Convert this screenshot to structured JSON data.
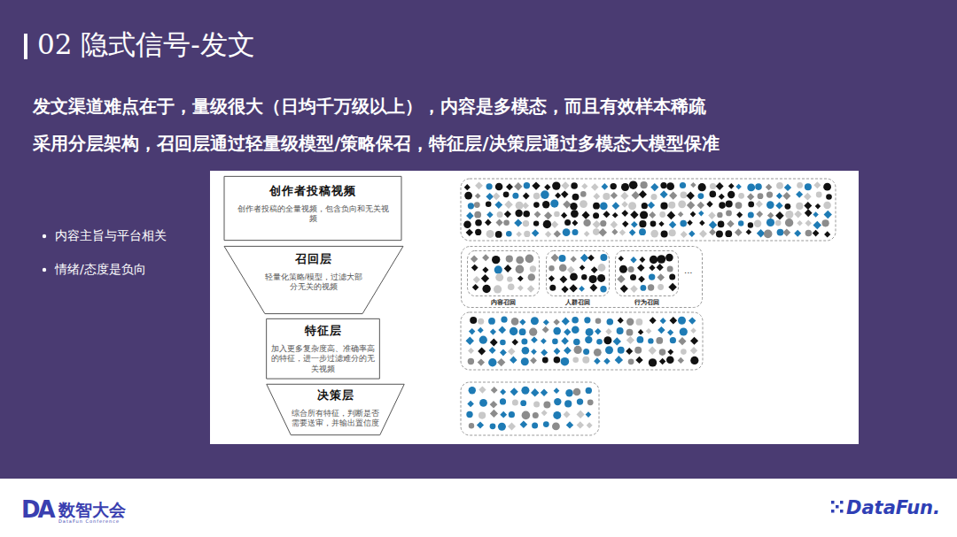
{
  "diagram": {
    "title": "02 隐式信号-发文",
    "nodes": [
      {
        "text": [
          "创作者投稿视频",
          "创作者投稿的全量视频，包含负向和无关视频"
        ]
      },
      {
        "text": [
          "召回层",
          "轻量化策略/模型，过滤大部分无关的视频"
        ]
      },
      {
        "text": [
          "..."
        ]
      },
      {
        "text": [
          "内容召回"
        ],
        "in": 2
      },
      {
        "text": [
          "人群召回"
        ],
        "in": 2
      },
      {
        "text": [
          "行为召回"
        ],
        "in": 2
      },
      {
        "text": [
          "特征层",
          "加入更多复杂度高、准确率高的特征，进一步过滤难分的无关视频"
        ]
      },
      {
        "text": [
          "决策层",
          "综合所有特征，判断是否需要送审，并输出置信度"
        ]
      }
    ],
    "labels": [
      "发文渠道难点在于，量级很大（日均千万级以上），内容是多模态，而且有效样本稀疏",
      "采用分层架构，召回层通过轻量级模型/策略保召，特征层/决策层通过多模态大模型保准",
      "内容主旨与平台相关",
      "情绪/态度是负向",
      "DA",
      "数智大会",
      "DataFun Conference",
      "DataFun."
    ]
  }
}
